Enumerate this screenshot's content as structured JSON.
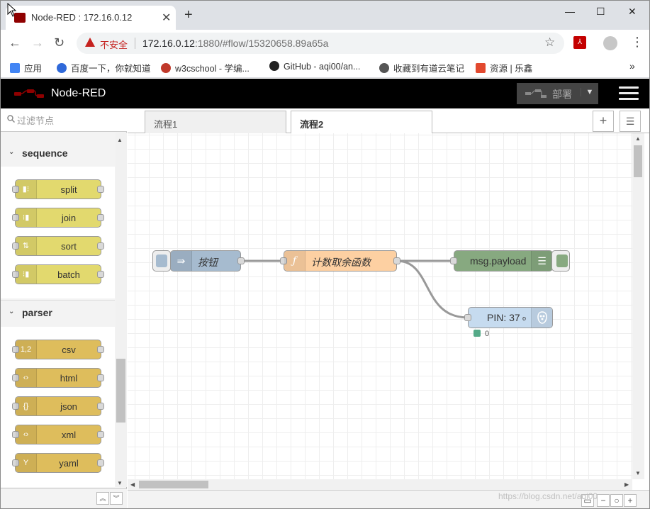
{
  "browser": {
    "tab_title": "Node-RED : 172.16.0.12",
    "tab_close_glyph": "✕",
    "new_tab_glyph": "+",
    "window": {
      "minimize": "—",
      "maximize": "☐",
      "close": "✕"
    },
    "nav": {
      "back": "←",
      "forward": "→",
      "reload": "↻"
    },
    "security_label": "不安全",
    "url_host": "172.16.0.12",
    "url_rest": ":1880/#flow/15320658.89a65a",
    "star_glyph": "☆",
    "pdf_label": "⅄",
    "menu_glyph": "⋮",
    "bookmarks": [
      {
        "label": "应用",
        "icon": "apps-icon",
        "color": "#4285f4"
      },
      {
        "label": "百度一下，你就知道",
        "icon": "baidu-paw-icon",
        "color": "#2f69d9"
      },
      {
        "label": "w3cschool - 学编...",
        "icon": "w3cschool-owl-icon",
        "color": "#c0392b"
      },
      {
        "label": "GitHub - aqi00/an...",
        "icon": "github-icon",
        "color": "#222222"
      },
      {
        "label": "收藏到有道云笔记",
        "icon": "globe-icon",
        "color": "#555555"
      },
      {
        "label": "资源 | 乐鑫",
        "icon": "rss-icon",
        "color": "#e2492f"
      }
    ],
    "bookmarks_more": "»"
  },
  "header": {
    "title": "Node-RED",
    "deploy_label": "部署",
    "deploy_arrow": "▼"
  },
  "palette": {
    "filter_placeholder": "过滤节点",
    "filter_icon": "🔍",
    "categories": [
      {
        "name": "sequence",
        "color": "#e2d96e",
        "nodes": [
          {
            "label": "split",
            "icon": "▮⁝"
          },
          {
            "label": "join",
            "icon": "⁝▮"
          },
          {
            "label": "sort",
            "icon": "⇅"
          },
          {
            "label": "batch",
            "icon": "⁝▮"
          }
        ]
      },
      {
        "name": "parser",
        "color": "#debd5c",
        "nodes": [
          {
            "label": "csv",
            "icon": "1,2"
          },
          {
            "label": "html",
            "icon": "‹›"
          },
          {
            "label": "json",
            "icon": "{}"
          },
          {
            "label": "xml",
            "icon": "‹›"
          },
          {
            "label": "yaml",
            "icon": "Y"
          }
        ]
      }
    ],
    "collapse_glyph": "⌄",
    "footer_up": "︽",
    "footer_down": "︾"
  },
  "workspace": {
    "tabs": [
      {
        "label": "流程1",
        "active": false
      },
      {
        "label": "流程2",
        "active": true
      }
    ],
    "add_tab_glyph": "+",
    "list_tab_glyph": "☰",
    "nodes": {
      "inject": {
        "label": "按钮",
        "color": "#a6bbcf"
      },
      "function": {
        "label": "计数取余函数",
        "color": "#fdd0a2"
      },
      "debug": {
        "label": "msg.payload",
        "color": "#87a980"
      },
      "gpio": {
        "label": "PIN: 37",
        "color": "#c6dbef",
        "status_text": "0"
      }
    },
    "footer": {
      "zoom_out": "−",
      "zoom_reset": "○",
      "zoom_in": "+"
    },
    "watermark": "https://blog.csdn.net/aqi00"
  }
}
